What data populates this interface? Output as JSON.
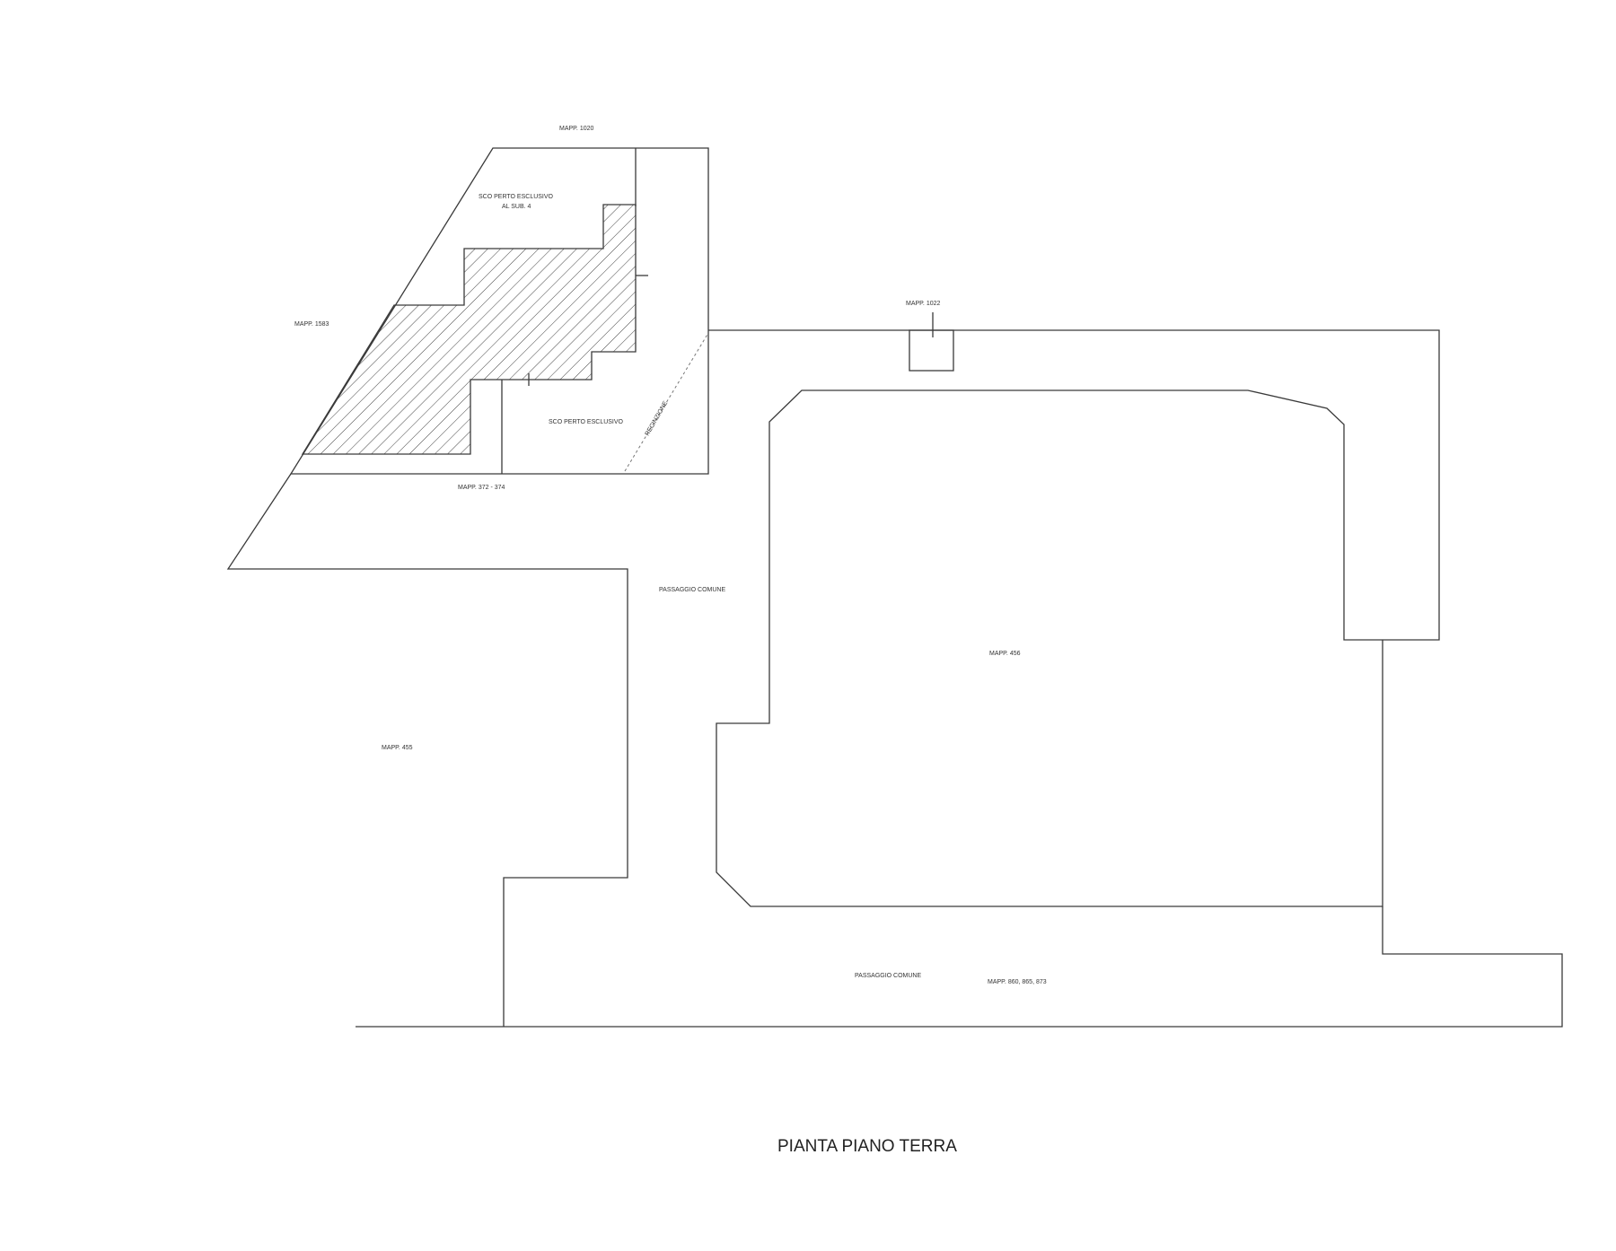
{
  "drawing": {
    "title": "PIANTA PIANO TERRA",
    "labels": {
      "mapp_top": "MAPP. 1020",
      "scoperto_esclusivo_top": "SCO PERTO ESCLUSIVO",
      "al_sub": "AL SUB. 4",
      "mapp_left": "MAPP. 1583",
      "scoperto_esclusivo_bottom": "SCO PERTO ESCLUSIVO",
      "recinzione": "RECINZIONE",
      "mapp_bottom_left": "MAPP. 372 - 374",
      "mapp_1022": "MAPP. 1022",
      "passaggio_comune_top": "PASSAGGIO COMUNE",
      "mapp_center": "MAPP. 456",
      "mapp_lower_left": "MAPP. 455",
      "passaggio_comune_bottom": "PASSAGGIO COMUNE",
      "mapp_bottom_right": "MAPP. 860, 865, 873"
    }
  }
}
